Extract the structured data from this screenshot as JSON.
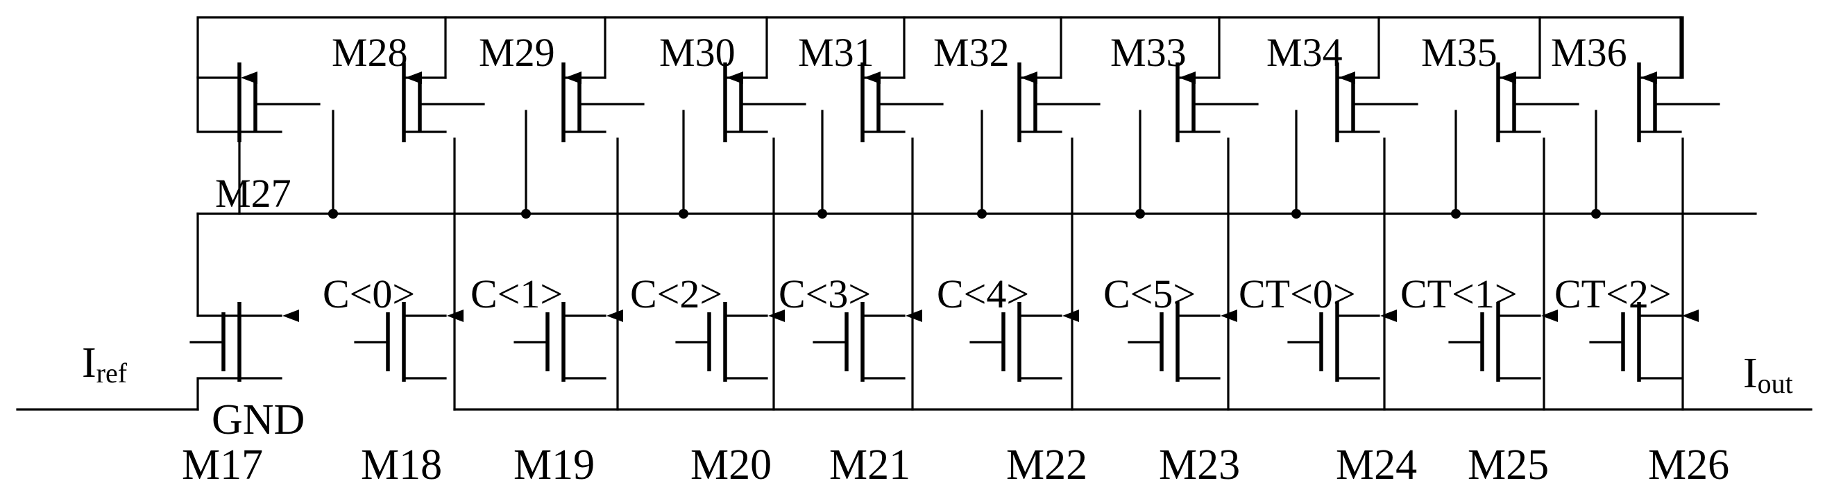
{
  "diagram": {
    "title": "",
    "pmos_labels": [
      "M27",
      "M28",
      "M29",
      "M30",
      "M31",
      "M32",
      "M33",
      "M34",
      "M35",
      "M36"
    ],
    "nmos_labels": [
      "M17",
      "M18",
      "M19",
      "M20",
      "M21",
      "M22",
      "M23",
      "M24",
      "M25",
      "M26"
    ],
    "control_labels": [
      "",
      "C<0>",
      "C<1>",
      "C<2>",
      "C<3>",
      "C<4>",
      "C<5>",
      "CT<0>",
      "CT<1>",
      "CT<2>"
    ],
    "gnd_label": "GND",
    "iref": {
      "main": "I",
      "sub": "ref"
    },
    "iout": {
      "main": "I",
      "sub": "out"
    },
    "colors": {
      "ink": "#000000",
      "background": "#ffffff"
    }
  }
}
